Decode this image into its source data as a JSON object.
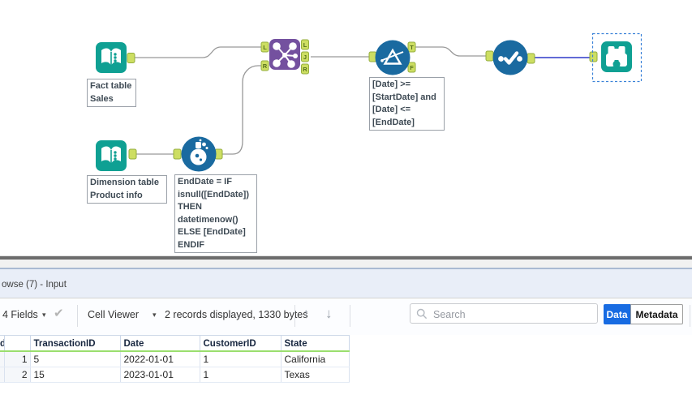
{
  "canvas": {
    "annotations": {
      "input_sales": "Fact table\nSales",
      "input_product": "Dimension table\nProduct info",
      "formula": "EndDate = IF\nisnull([EndDate])\nTHEN\ndatetimenow()\nELSE [EndDate]\nENDIF",
      "filter": "[Date] >=\n[StartDate] and\n[Date] <=\n[EndDate]"
    },
    "anchor_labels": {
      "join_in_l": "L",
      "join_in_r": "R",
      "join_out_l": "L",
      "join_out_j": "J",
      "join_out_r": "R",
      "filter_out_t": "T",
      "filter_out_f": "F"
    },
    "colors": {
      "tool_teal": "#0fa093",
      "tool_blue": "#1a6aa0",
      "tool_purple": "#74519f",
      "anchor_green": "#cdde62",
      "connection_gray": "#999999",
      "connection_selected": "#2e3ac8",
      "selection_dashed": "#3b82d8"
    }
  },
  "results_panel": {
    "title": "owse (7) - Input",
    "toolbar": {
      "fields_label": "4 Fields",
      "cell_viewer_label": "Cell Viewer",
      "records_label": "2 records displayed, 1330 bytes",
      "search_placeholder": "Search",
      "data_tab": "Data",
      "metadata_tab": "Metadata"
    },
    "table": {
      "headers": [
        "d",
        "",
        "TransactionID",
        "Date",
        "CustomerID",
        "State"
      ],
      "rows": [
        [
          "",
          "1",
          "5",
          "2022-01-01",
          "1",
          "California"
        ],
        [
          "",
          "2",
          "15",
          "2023-01-01",
          "1",
          "Texas"
        ]
      ]
    }
  }
}
